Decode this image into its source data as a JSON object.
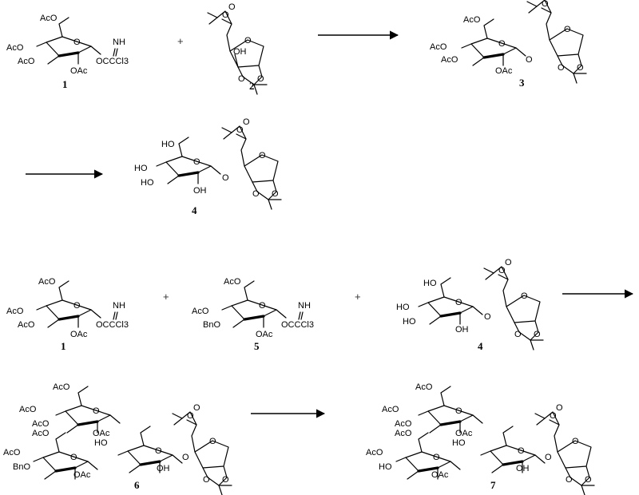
{
  "scheme": {
    "compounds": [
      {
        "id": "c1a",
        "number": "1",
        "labels": [
          "AcO",
          "AcO",
          "AcO",
          "OAc",
          "NH",
          "OCCCl3"
        ]
      },
      {
        "id": "c2",
        "number": "2",
        "labels": [
          "OH"
        ]
      },
      {
        "id": "c3",
        "number": "3",
        "labels": [
          "AcO",
          "AcO",
          "AcO",
          "OAc",
          "O"
        ]
      },
      {
        "id": "c4a",
        "number": "4",
        "labels": [
          "HO",
          "HO",
          "HO",
          "OH",
          "O"
        ]
      },
      {
        "id": "c1b",
        "number": "1",
        "labels": [
          "AcO",
          "AcO",
          "AcO",
          "OAc",
          "NH",
          "OCCCl3"
        ]
      },
      {
        "id": "c5",
        "number": "5",
        "labels": [
          "AcO",
          "AcO",
          "BnO",
          "OAc",
          "NH",
          "OCCCl3"
        ]
      },
      {
        "id": "c4b",
        "number": "4",
        "labels": [
          "HO",
          "HO",
          "HO",
          "OH",
          "O"
        ]
      },
      {
        "id": "c6",
        "number": "6",
        "labels": [
          "AcO",
          "AcO",
          "AcO",
          "OAc",
          "AcO",
          "AcO",
          "BnO",
          "OAc",
          "HO",
          "OH",
          "O"
        ]
      },
      {
        "id": "c7",
        "number": "7",
        "labels": [
          "AcO",
          "AcO",
          "AcO",
          "OAc",
          "AcO",
          "AcO",
          "HO",
          "OAc",
          "HO",
          "OH",
          "O"
        ]
      }
    ],
    "plus_sign": "+",
    "arrow_count": 4
  }
}
